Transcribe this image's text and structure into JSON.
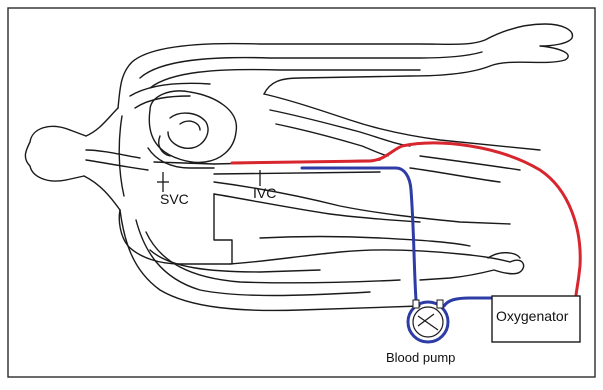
{
  "labels": {
    "svc": "SVC",
    "ivc": "IVC",
    "oxygenator": "Oxygenator",
    "blood_pump": "Blood pump"
  },
  "colors": {
    "outline": "#1a1a1a",
    "frame": "#2a2a2a",
    "venous_line": "#2e3da6",
    "arterial_line": "#d8262e",
    "background": "#ffffff"
  },
  "components": [
    "body-outline",
    "heart",
    "venous-cannula",
    "arterial-return-line",
    "blood-pump",
    "oxygenator"
  ]
}
